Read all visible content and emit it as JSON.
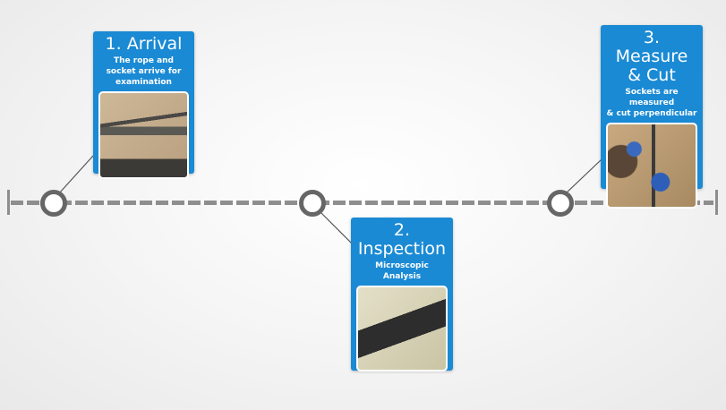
{
  "timeline": {
    "steps": [
      {
        "title": "1. Arrival",
        "subtitle": "The rope and socket arrive for examination",
        "image": "rope-and-socket-photo"
      },
      {
        "title_line1": "2.",
        "title_line2": "Inspection",
        "subtitle": "Microscopic Analysis",
        "image": "microscope-rope-end-photo"
      },
      {
        "title_line1": "3. Measure",
        "title_line2": "& Cut",
        "subtitle_line1": "Sockets are measured",
        "subtitle_line2": "& cut perpendicular",
        "image": "workers-cutting-socket-photo"
      }
    ]
  },
  "colors": {
    "card_blue": "#1a8ad4",
    "line_gray": "#8e8e8e",
    "node_border": "#666666"
  }
}
